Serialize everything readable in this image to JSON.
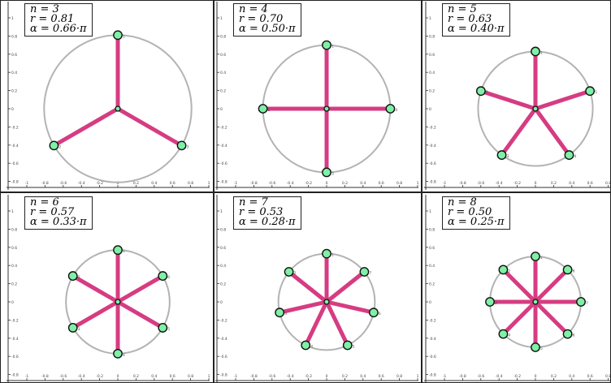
{
  "panels": [
    {
      "n_label": "n = 3",
      "r_label": "r = 0.81",
      "a_label": "α = 0.66·π",
      "n": 3,
      "r": 0.81,
      "node_labels": [
        "1",
        "2",
        "3"
      ]
    },
    {
      "n_label": "n = 4",
      "r_label": "r = 0.70",
      "a_label": "α = 0.50·π",
      "n": 4,
      "r": 0.7,
      "node_labels": [
        "1",
        "2",
        "3",
        "4"
      ]
    },
    {
      "n_label": "n = 5",
      "r_label": "r = 0.63",
      "a_label": "α = 0.40·π",
      "n": 5,
      "r": 0.63,
      "node_labels": [
        "1",
        "2",
        "3",
        "4",
        "5"
      ]
    },
    {
      "n_label": "n = 6",
      "r_label": "r = 0.57",
      "a_label": "α = 0.33·π",
      "n": 6,
      "r": 0.57,
      "node_labels": [
        "1",
        "2",
        "3",
        "4",
        "5",
        "6"
      ]
    },
    {
      "n_label": "n = 7",
      "r_label": "r = 0.53",
      "a_label": "α = 0.28·π",
      "n": 7,
      "r": 0.53,
      "node_labels": [
        "1",
        "2",
        "3",
        "4",
        "5",
        "6",
        "7"
      ]
    },
    {
      "n_label": "n = 8",
      "r_label": "r = 0.50",
      "a_label": "α = 0.25·π",
      "n": 8,
      "r": 0.5,
      "node_labels": [
        "1",
        "2",
        "3",
        "4",
        "5",
        "6",
        "7",
        "8"
      ]
    }
  ],
  "axis": {
    "y_ticks": [
      "1",
      "0.8",
      "0.6",
      "0.4",
      "0.2",
      "0",
      "-0.2",
      "-0.4",
      "-0.6",
      "-0.8"
    ],
    "x_ticks": [
      "-1",
      "-0.8",
      "-0.6",
      "-0.4",
      "-0.2",
      "0",
      "0.2",
      "0.4",
      "0.6",
      "0.8",
      "1"
    ]
  },
  "colors": {
    "spoke": "#d63c82",
    "node_fill": "#7ff0a6",
    "node_stroke": "#111111",
    "circle": "#b3b3b3",
    "tick_text": "#444444"
  }
}
